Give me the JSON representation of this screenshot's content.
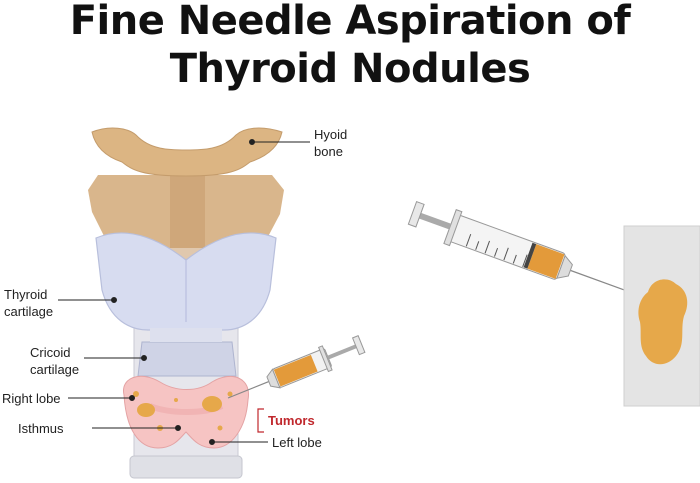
{
  "title": {
    "line1": "Fine Needle Aspiration of",
    "line2": "Thyroid Nodules"
  },
  "labels": {
    "hyoid_line1": "Hyoid",
    "hyoid_line2": "bone",
    "thyroid_cartilage_line1": "Thyroid",
    "thyroid_cartilage_line2": "cartilage",
    "cricoid_line1": "Cricoid",
    "cricoid_line2": "cartilage",
    "right_lobe": "Right lobe",
    "isthmus": "Isthmus",
    "tumors": "Tumors",
    "left_lobe": "Left lobe"
  },
  "colors": {
    "hyoid": "#dcb583",
    "thyroid_cartilage": "#d7dcf0",
    "trachea": "#e6e6ec",
    "thyroid_gland": "#f6c4c3",
    "tumor": "#e6a84a",
    "tumor_label": "#c0282d",
    "syringe_fluid": "#e39a3a",
    "slide": "#e4e4e4"
  }
}
